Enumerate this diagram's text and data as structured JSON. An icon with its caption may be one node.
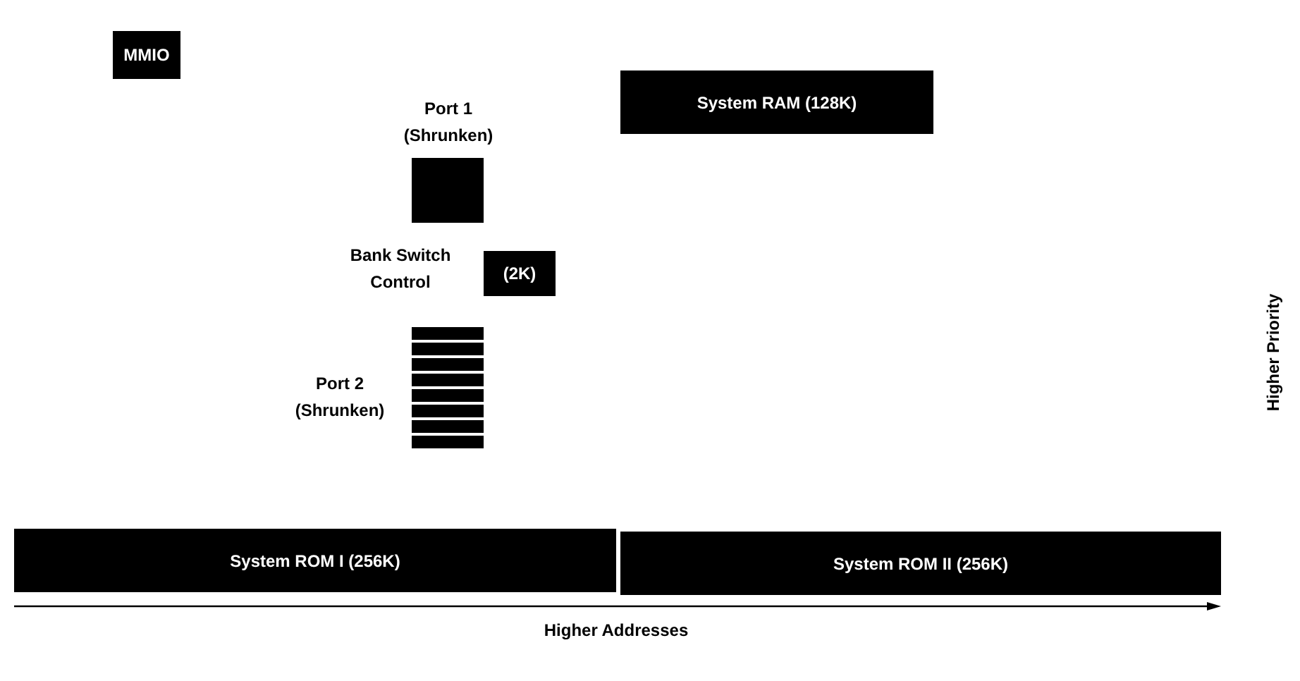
{
  "diagram": {
    "nodes": [
      {
        "text": [
          "MMIO"
        ]
      },
      {
        "text": [
          "Port 1 (Shrunken)"
        ]
      },
      {
        "text": [
          "System RAM (128K)"
        ]
      },
      {
        "text": [
          "Bank Switch Control",
          "(2K)"
        ]
      },
      {
        "text": [
          "Port 2 (Shrunken)"
        ]
      },
      {
        "text": [
          "System ROM I (256K)"
        ]
      },
      {
        "text": [
          "System ROM II (256K)"
        ]
      }
    ],
    "labels": [
      "Higher Priority",
      "Higher Addresses"
    ]
  }
}
